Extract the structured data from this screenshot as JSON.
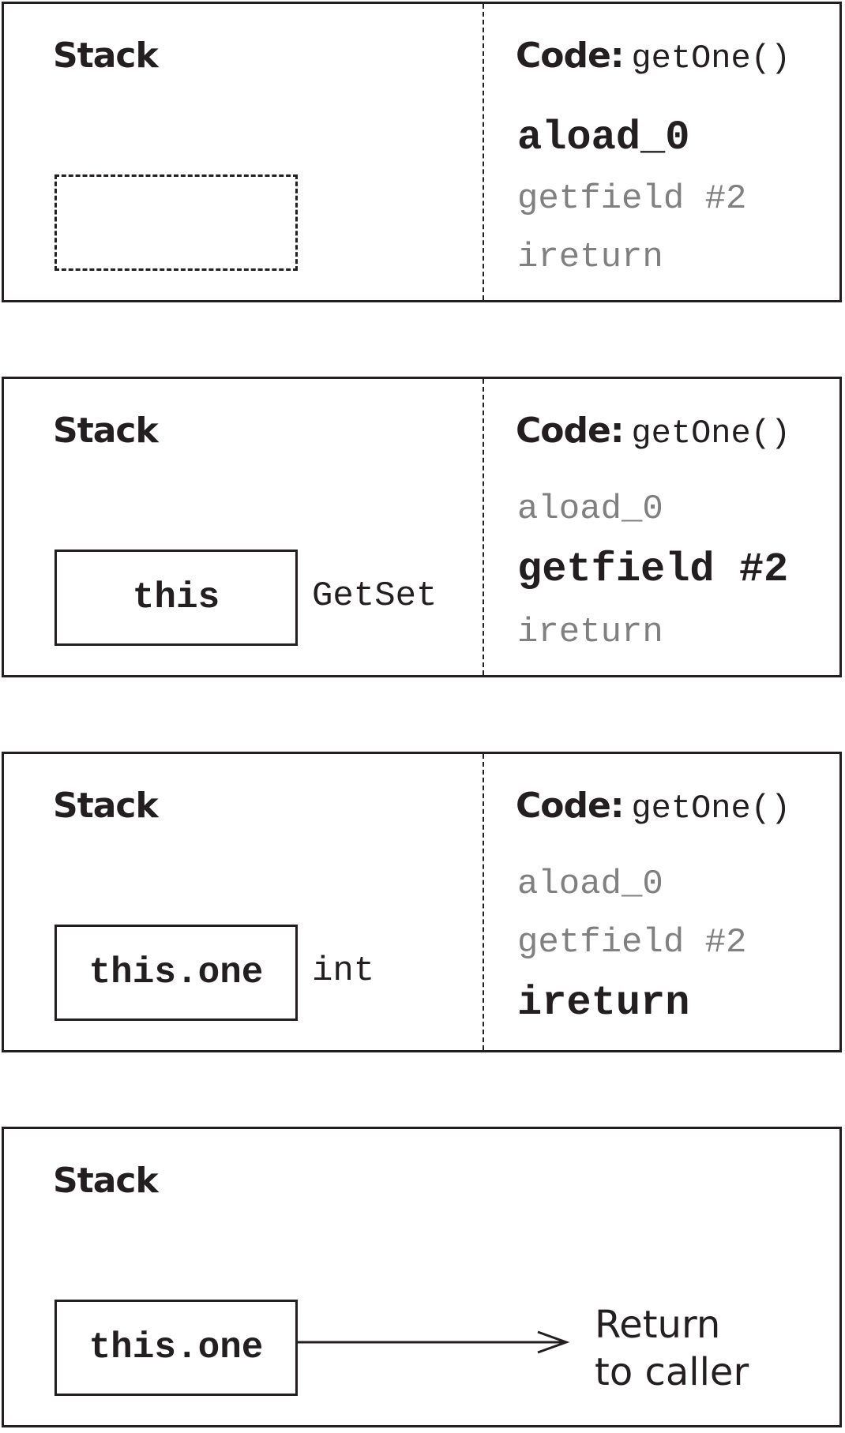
{
  "panels": [
    {
      "stack_label": "Stack",
      "code_label": "Code:",
      "code_function": "getOne()",
      "stack_value": "",
      "stack_type": "",
      "instructions": [
        "aload_0",
        "getfield #2",
        "ireturn"
      ],
      "active_index": 0
    },
    {
      "stack_label": "Stack",
      "code_label": "Code:",
      "code_function": "getOne()",
      "stack_value": "this",
      "stack_type": "GetSet",
      "instructions": [
        "aload_0",
        "getfield #2",
        "ireturn"
      ],
      "active_index": 1
    },
    {
      "stack_label": "Stack",
      "code_label": "Code:",
      "code_function": "getOne()",
      "stack_value": "this.one",
      "stack_type": "int",
      "instructions": [
        "aload_0",
        "getfield #2",
        "ireturn"
      ],
      "active_index": 2
    },
    {
      "stack_label": "Stack",
      "stack_value": "this.one",
      "return_line1": "Return",
      "return_line2": "to caller"
    }
  ]
}
